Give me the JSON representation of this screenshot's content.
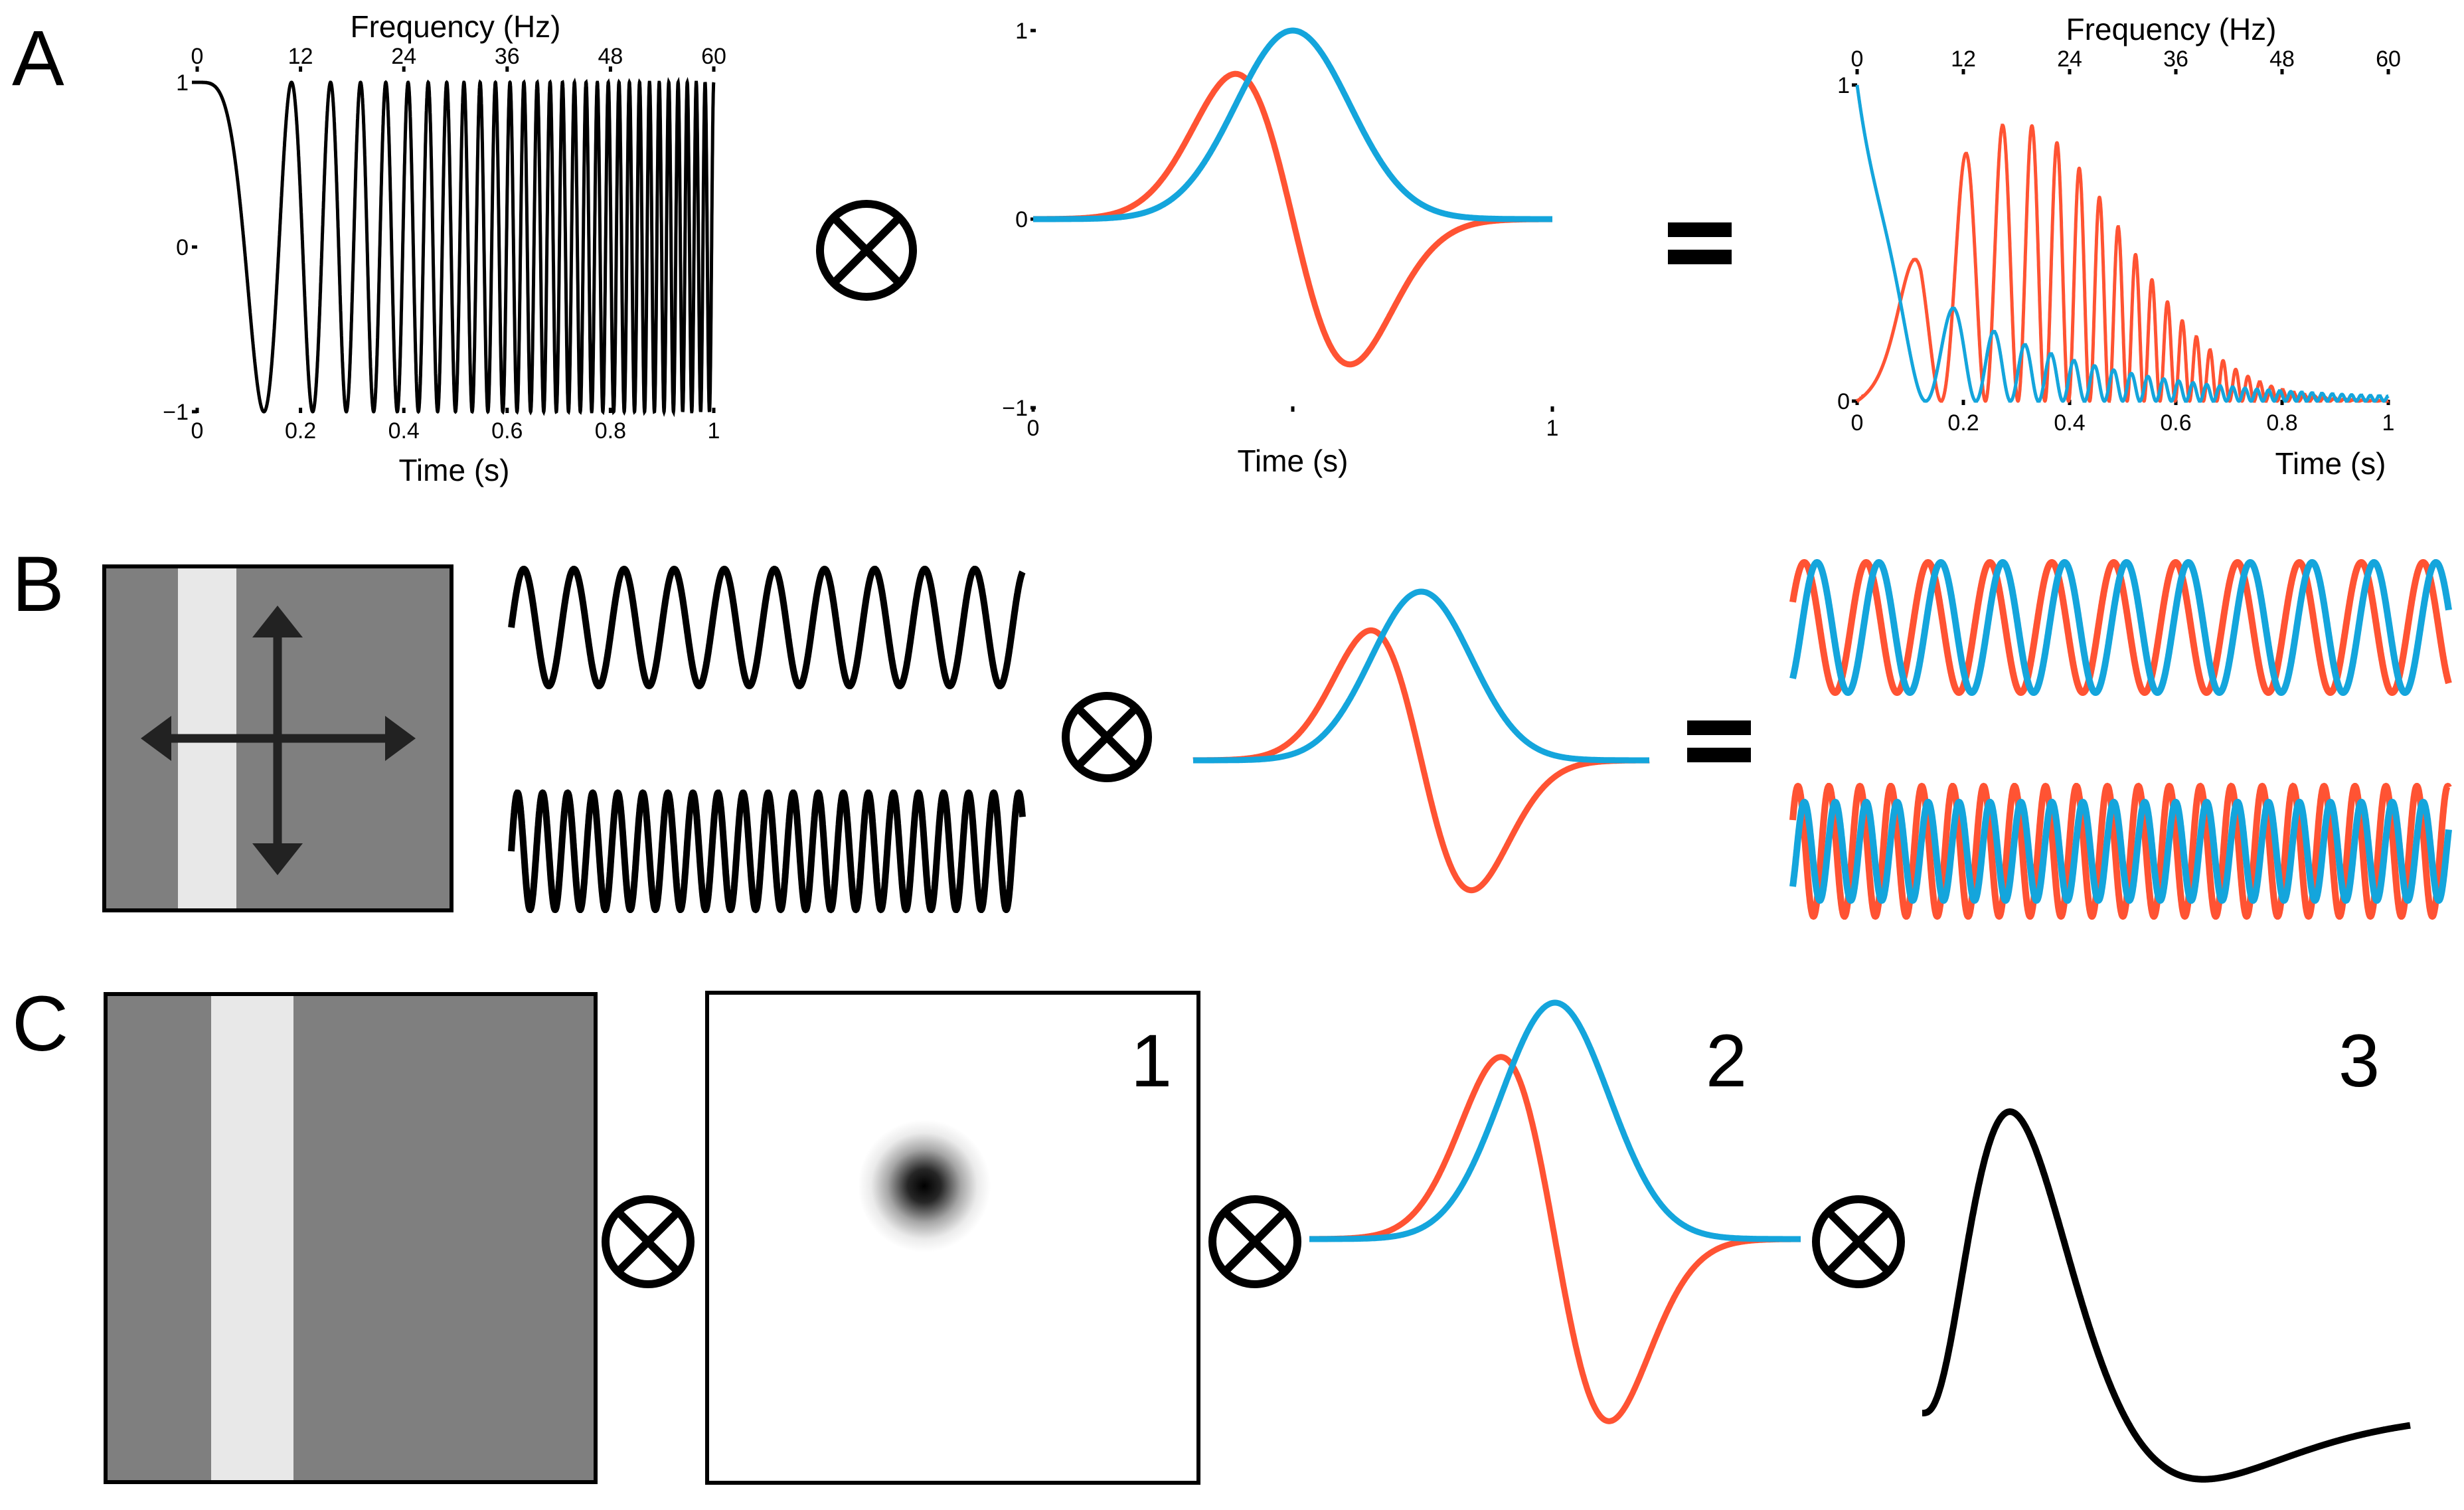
{
  "panels": {
    "A": "A",
    "B": "B",
    "C": "C"
  },
  "operators": {
    "convolve": "⊗",
    "equals": "="
  },
  "colors": {
    "stim_black": "#000000",
    "red": "#FF5333",
    "blue": "#14A5DC",
    "bar_bg": "#7F7F7F",
    "bar_light": "#E8E8E8"
  },
  "panel_A": {
    "chirp_plot": {
      "top_axis_label": "Frequency (Hz)",
      "bottom_axis_label": "Time (s)",
      "top_ticks": [
        "0",
        "12",
        "24",
        "36",
        "48",
        "60"
      ],
      "bottom_ticks": [
        "0",
        "0.2",
        "0.4",
        "0.6",
        "0.8",
        "1"
      ],
      "y_ticks": [
        "1",
        "0",
        "−1"
      ]
    },
    "filter_plot": {
      "bottom_axis_label": "Time (s)",
      "bottom_ticks": [
        "0",
        "1"
      ],
      "y_ticks": [
        "1",
        "0",
        "−1"
      ]
    },
    "response_plot": {
      "top_axis_label": "Frequency (Hz)",
      "bottom_axis_label": "Time (s)",
      "top_ticks": [
        "0",
        "12",
        "24",
        "36",
        "48",
        "60"
      ],
      "bottom_ticks": [
        "0",
        "0.2",
        "0.4",
        "0.6",
        "0.8",
        "1"
      ],
      "y_ticks": [
        "1",
        "0"
      ]
    }
  },
  "panel_C": {
    "labels": [
      "1",
      "2",
      "3"
    ]
  },
  "chart_data": [
    {
      "type": "line",
      "x": [
        0,
        0.2,
        0.4,
        0.6,
        0.8,
        1
      ],
      "xlabel": "Time (s)",
      "x2label": "Frequency (Hz)",
      "x2_ticks": [
        0,
        12,
        24,
        36,
        48,
        60
      ],
      "ylim": [
        -1,
        1
      ],
      "series": [
        {
          "function": "cos(2*pi*30*t^2)",
          "t_range": [
            0,
            1
          ],
          "frequency_range_hz": [
            0,
            60
          ]
        }
      ]
    },
    {
      "type": "line",
      "xlim": [
        0,
        1
      ],
      "ylim": [
        -1,
        1
      ],
      "xlabel": "Time (s)",
      "series": [
        {
          "peak": 1.0,
          "peak_t": 0.5
        },
        {
          "peak": 0.77,
          "peak_t": 0.4,
          "trough": -0.77,
          "trough_t": 0.6
        }
      ]
    },
    {
      "type": "line",
      "xlim": [
        0,
        1
      ],
      "ylim": [
        0,
        1
      ],
      "xlabel": "Time (s)",
      "x2label": "Frequency (Hz)",
      "x2_ticks": [
        0,
        12,
        24,
        36,
        48,
        60
      ],
      "series": [
        {
          "envelope_peak_t": 0.02
        },
        {
          "envelope_peak_t": 0.3
        }
      ]
    }
  ]
}
